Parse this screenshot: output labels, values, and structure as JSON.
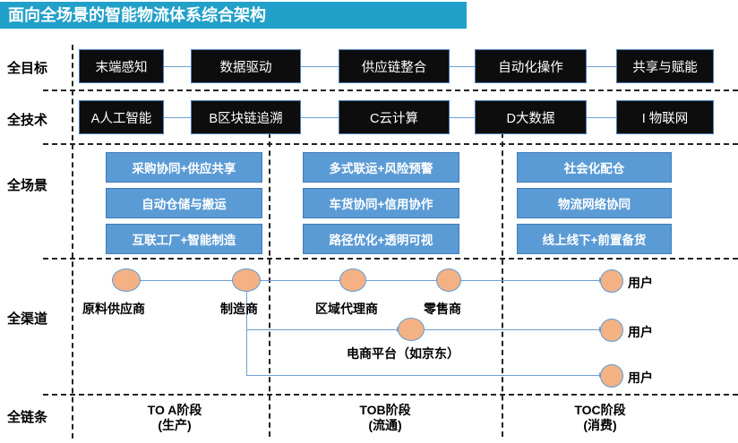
{
  "title": "面向全场景的智能物流体系综合架构",
  "colors": {
    "title_bar": "#21a0c9",
    "dark_box": "#0d0d0d",
    "blue_box": "#5b9bd5",
    "node": "#f4b183",
    "connector": "#6e9ed4"
  },
  "rows": {
    "goal_label": "全目标",
    "tech_label": "全技术",
    "scene_label": "全场景",
    "channel_label": "全渠道",
    "chain_label": "全链条"
  },
  "goals": [
    {
      "label": "末端感知"
    },
    {
      "label": "数据驱动"
    },
    {
      "label": "供应链整合"
    },
    {
      "label": "自动化操作"
    },
    {
      "label": "共享与赋能"
    }
  ],
  "technologies": [
    {
      "label": "A人工智能"
    },
    {
      "label": "B区块链追溯"
    },
    {
      "label": "C云计算"
    },
    {
      "label": "D大数据"
    },
    {
      "label": "I 物联网"
    }
  ],
  "scenes": {
    "column1": [
      "采购协同+供应共享",
      "自动仓储与搬运",
      "互联工厂+智能制造"
    ],
    "column2": [
      "多式联运+风险预警",
      "车货协同+信用协作",
      "路径优化+透明可视"
    ],
    "column3": [
      "社会化配仓",
      "物流网络协同",
      "线上线下+前置备货"
    ]
  },
  "channel": {
    "nodes": [
      {
        "label": "原料供应商"
      },
      {
        "label": "制造商"
      },
      {
        "label": "区域代理商"
      },
      {
        "label": "零售商"
      },
      {
        "label": "电商平台（如京东）"
      }
    ],
    "users": [
      "用户",
      "用户",
      "用户"
    ]
  },
  "chain": [
    {
      "line1": "TO A阶段",
      "line2": "(生产)"
    },
    {
      "line1": "TOB阶段",
      "line2": "(流通)"
    },
    {
      "line1": "TOC阶段",
      "line2": "(消费)"
    }
  ]
}
